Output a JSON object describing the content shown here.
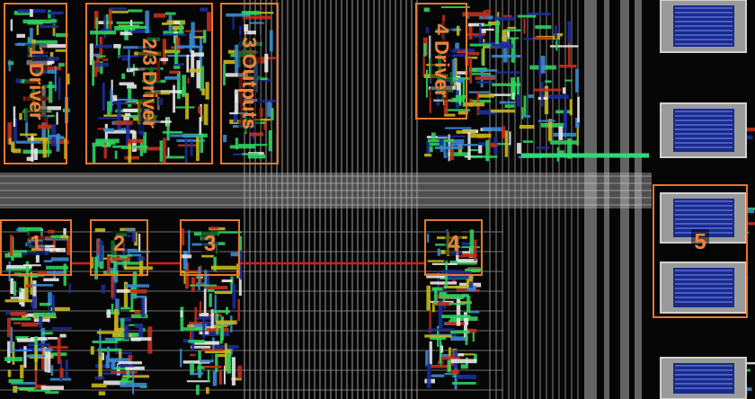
{
  "diagram": {
    "nodes": [
      {
        "text": [
          "1 Driver"
        ]
      },
      {
        "text": [
          "2/3 Driver"
        ]
      },
      {
        "text": [
          "3 Outputs"
        ]
      },
      {
        "text": [
          "4 Driver"
        ]
      },
      {
        "text": [
          "1"
        ]
      },
      {
        "text": [
          "2"
        ]
      },
      {
        "text": [
          "3"
        ]
      },
      {
        "text": [
          "4"
        ]
      },
      {
        "text": [
          "5"
        ]
      }
    ],
    "edges": [
      {
        "from": 4,
        "to": 5,
        "arrow": "none"
      },
      {
        "from": 5,
        "to": 6,
        "arrow": "none"
      },
      {
        "from": 6,
        "to": 7,
        "arrow": "none"
      }
    ]
  }
}
